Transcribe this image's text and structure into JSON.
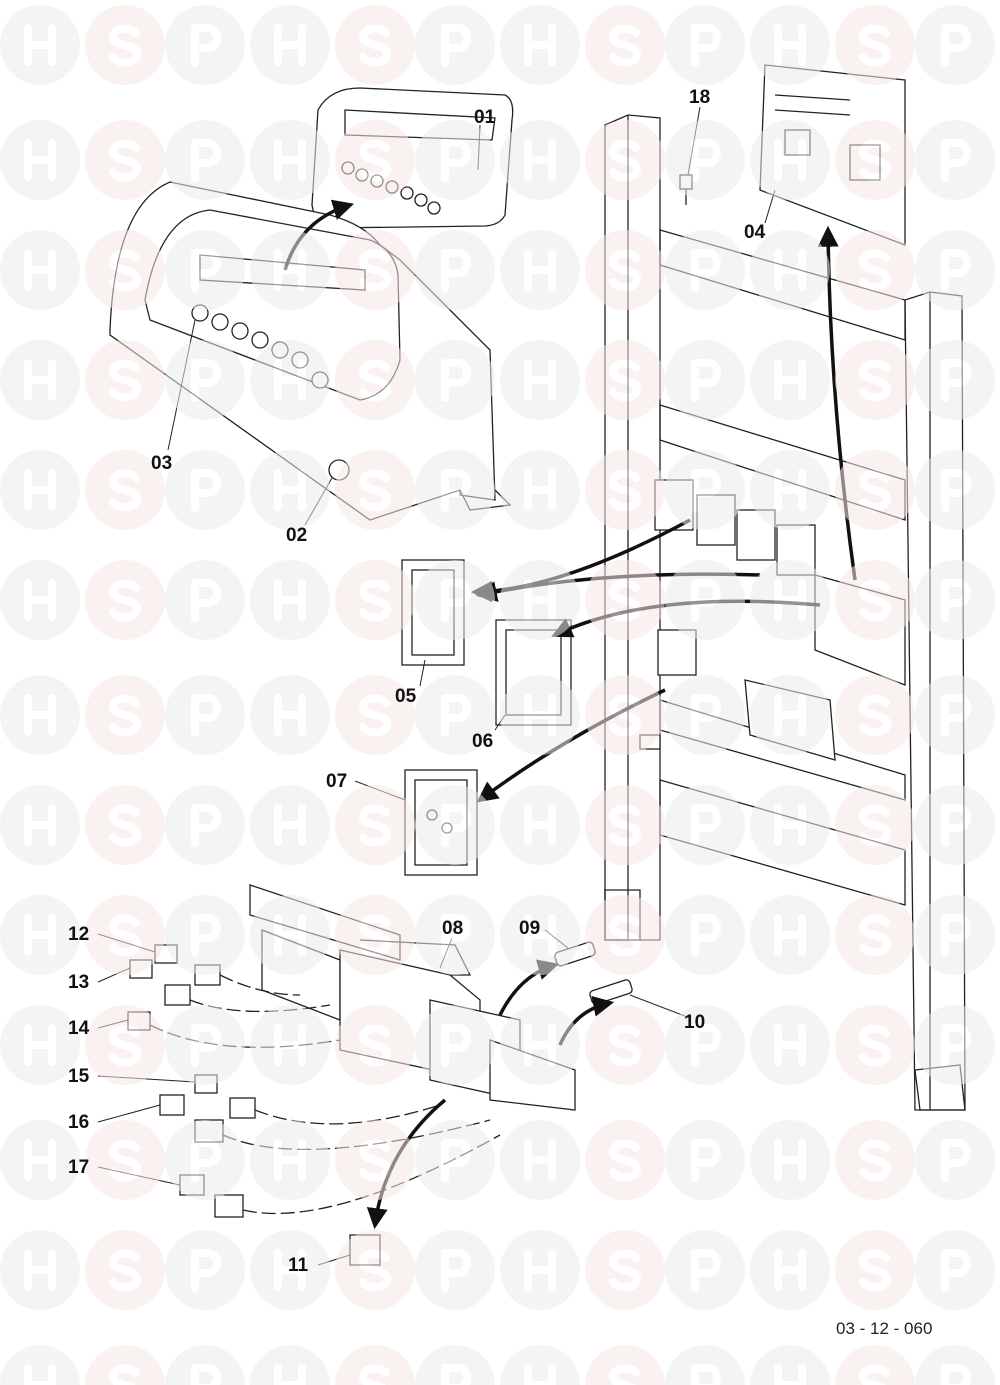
{
  "watermark": {
    "letters": [
      "H",
      "S",
      "P"
    ],
    "circle_color": "#ececec",
    "s_circle_color": "#f6e6e6",
    "letter_color": "#ffffff"
  },
  "diagram": {
    "reference_code": "03 - 12 - 060",
    "part_labels": {
      "p01": "01",
      "p02": "02",
      "p03": "03",
      "p04": "04",
      "p05": "05",
      "p06": "06",
      "p07": "07",
      "p08": "08",
      "p09": "09",
      "p10": "10",
      "p11": "11",
      "p12": "12",
      "p13": "13",
      "p14": "14",
      "p15": "15",
      "p16": "16",
      "p17": "17",
      "p18": "18"
    }
  }
}
